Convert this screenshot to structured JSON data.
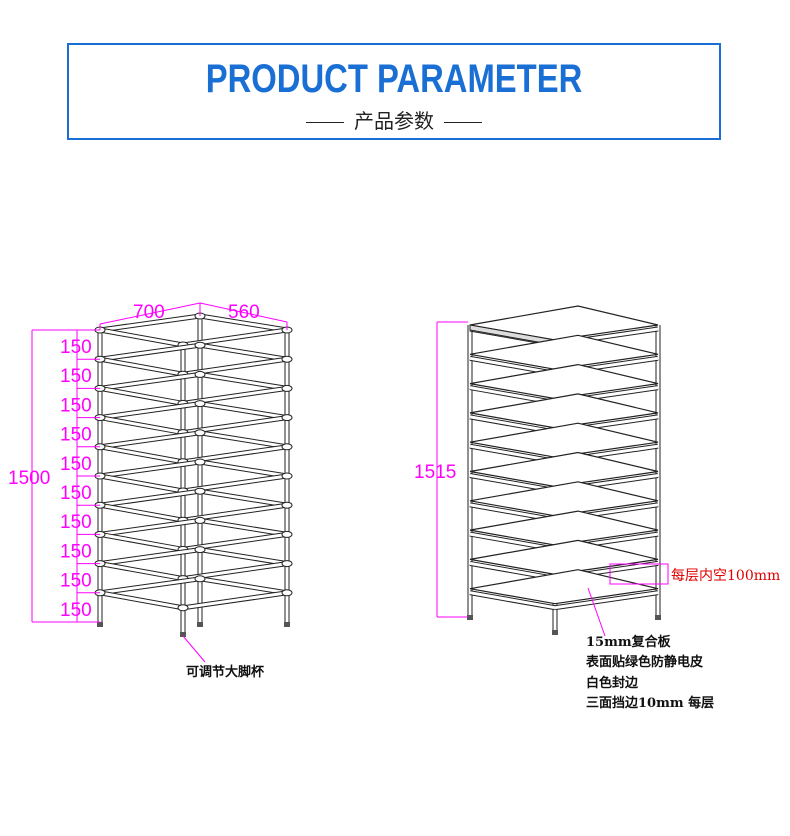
{
  "header": {
    "title": "PRODUCT PARAMETER",
    "subtitle": "产品参数"
  },
  "left_rack": {
    "width_label": "700",
    "depth_label": "560",
    "height_label": "1500",
    "level_labels": [
      "150",
      "150",
      "150",
      "150",
      "150",
      "150",
      "150",
      "150",
      "150",
      "150"
    ],
    "foot_note": "可调节大脚杯"
  },
  "right_rack": {
    "height_label": "1515",
    "gap_label": "每层内空100mm",
    "notes": [
      "15mm复合板",
      "表面贴绿色防静电皮",
      "白色封边",
      "三面挡边10mm 每层"
    ]
  },
  "colors": {
    "accent": "#1a6fd4",
    "dimension": "#ff00ff",
    "gap_label": "#e00000"
  }
}
